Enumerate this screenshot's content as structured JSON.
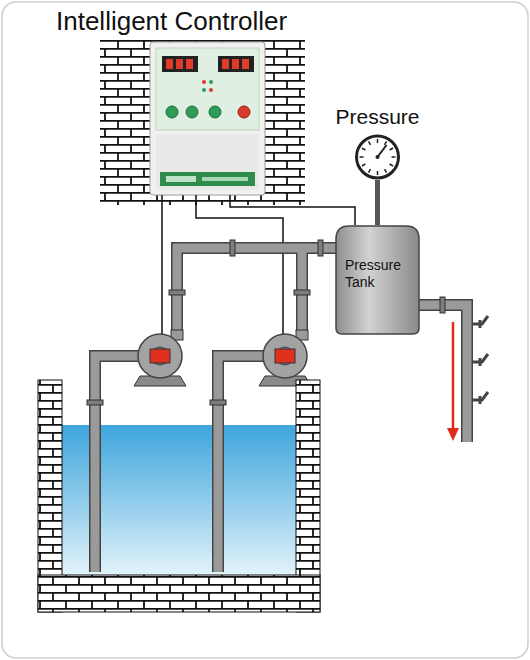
{
  "diagram": {
    "nodes": [
      {
        "text": [
          "Intelligent Controller"
        ]
      },
      {
        "text": [
          "Pressure"
        ]
      },
      {
        "text": [
          "Pressure Tank"
        ]
      }
    ],
    "edges": [
      {
        "from": 0,
        "to": 2,
        "arrow": "none"
      },
      {
        "from": 1,
        "to": 2,
        "arrow": "none"
      }
    ]
  }
}
